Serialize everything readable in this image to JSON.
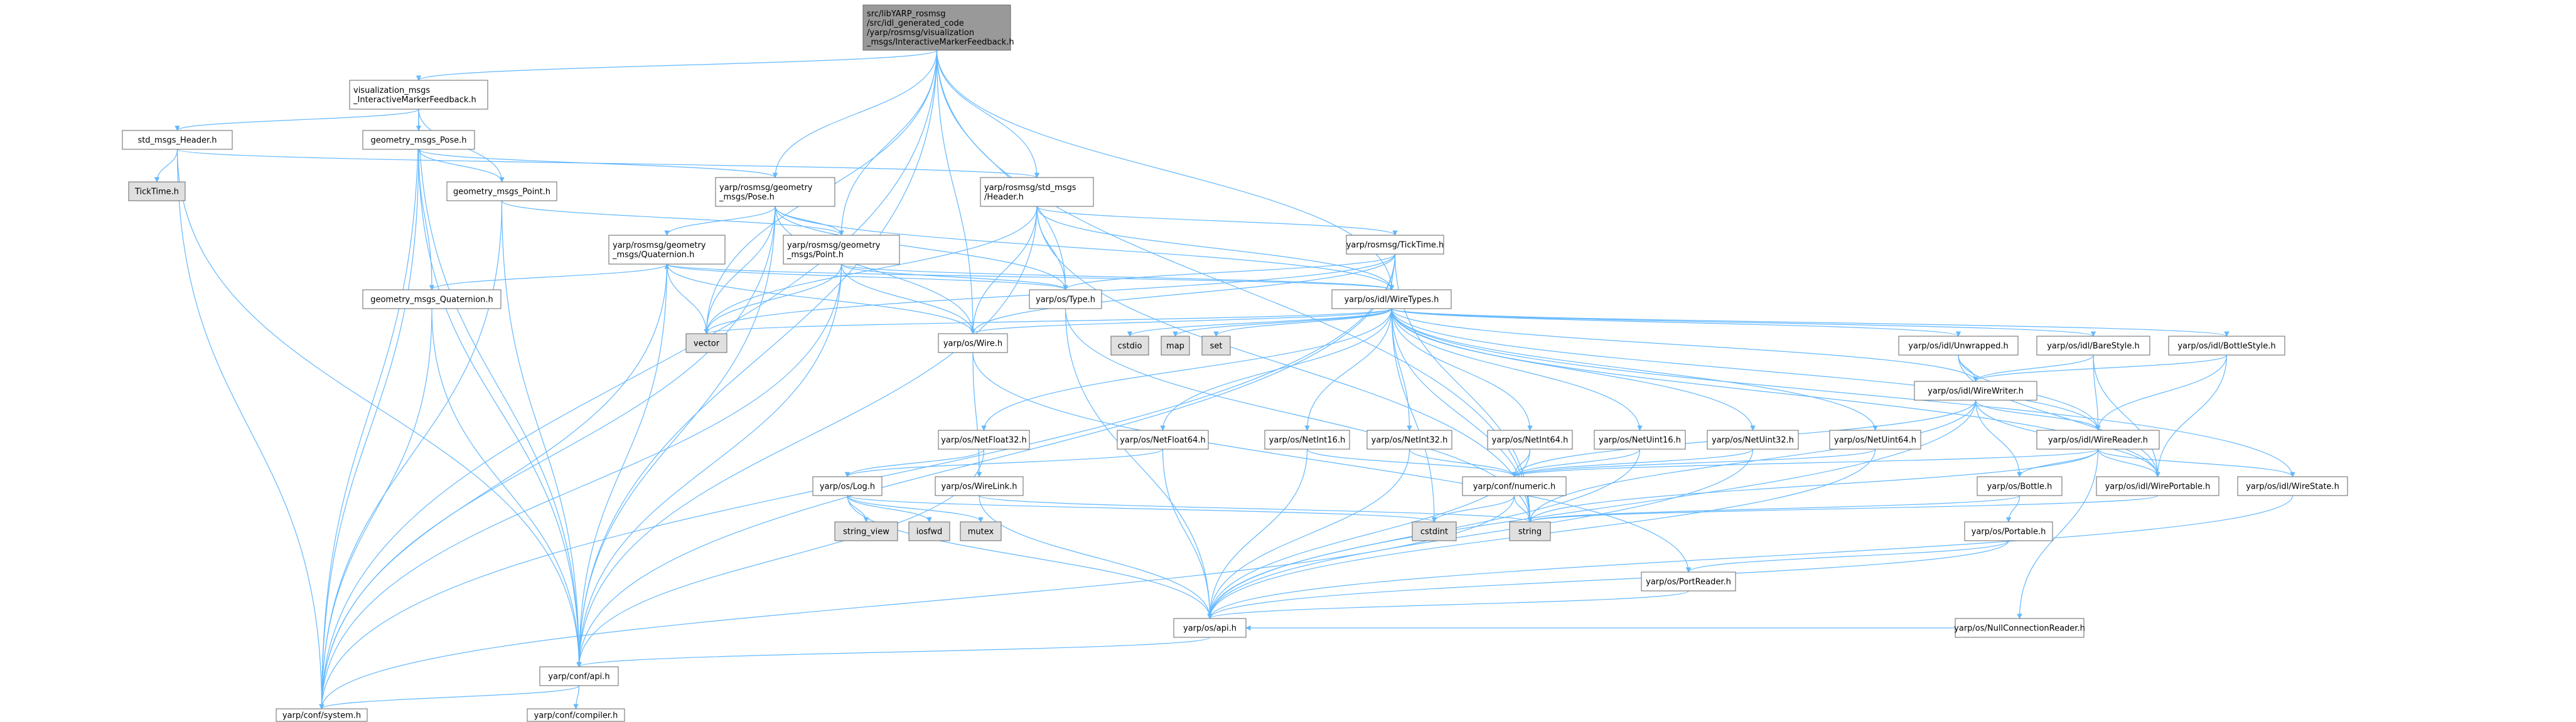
{
  "colors": {
    "edge": "#63b8ff",
    "node_fill": "#ffffff",
    "node_border": "#666666",
    "root_fill": "#999999",
    "ext_fill": "#e0e0e0",
    "red_border": "#ff0000"
  },
  "nodes": [
    {
      "id": "root",
      "lines": [
        "src/libYARP_rosmsg",
        "/src/idl_generated_code",
        "/yarp/rosmsg/visualization",
        "_msgs/InteractiveMarkerFeedback.h"
      ],
      "style": "root"
    },
    {
      "id": "vis_feedback",
      "lines": [
        "visualization_msgs",
        "_InteractiveMarkerFeedback.h"
      ],
      "style": "normal"
    },
    {
      "id": "std_msgs_header",
      "lines": [
        "std_msgs_Header.h"
      ],
      "style": "normal"
    },
    {
      "id": "geom_pose",
      "lines": [
        "geometry_msgs_Pose.h"
      ],
      "style": "normal"
    },
    {
      "id": "ticktime_h",
      "lines": [
        "TickTime.h"
      ],
      "style": "ext"
    },
    {
      "id": "yr_geom_pose",
      "lines": [
        "yarp/rosmsg/geometry",
        "_msgs/Pose.h"
      ],
      "style": "normal"
    },
    {
      "id": "yr_std_header",
      "lines": [
        "yarp/rosmsg/std_msgs",
        "/Header.h"
      ],
      "style": "normal"
    },
    {
      "id": "geom_point",
      "lines": [
        "geometry_msgs_Point.h"
      ],
      "style": "normal"
    },
    {
      "id": "yr_geom_quat",
      "lines": [
        "yarp/rosmsg/geometry",
        "_msgs/Quaternion.h"
      ],
      "style": "normal"
    },
    {
      "id": "yr_geom_point",
      "lines": [
        "yarp/rosmsg/geometry",
        "_msgs/Point.h"
      ],
      "style": "normal"
    },
    {
      "id": "yr_ticktime",
      "lines": [
        "yarp/rosmsg/TickTime.h"
      ],
      "style": "red"
    },
    {
      "id": "geom_quat",
      "lines": [
        "geometry_msgs_Quaternion.h"
      ],
      "style": "normal"
    },
    {
      "id": "os_type",
      "lines": [
        "yarp/os/Type.h"
      ],
      "style": "normal"
    },
    {
      "id": "os_wiretypes",
      "lines": [
        "yarp/os/idl/WireTypes.h"
      ],
      "style": "normal"
    },
    {
      "id": "vector",
      "lines": [
        "vector"
      ],
      "style": "ext"
    },
    {
      "id": "os_wire",
      "lines": [
        "yarp/os/Wire.h"
      ],
      "style": "normal"
    },
    {
      "id": "cstdio",
      "lines": [
        "cstdio"
      ],
      "style": "ext"
    },
    {
      "id": "map",
      "lines": [
        "map"
      ],
      "style": "ext"
    },
    {
      "id": "set",
      "lines": [
        "set"
      ],
      "style": "ext"
    },
    {
      "id": "unwrapped",
      "lines": [
        "yarp/os/idl/Unwrapped.h"
      ],
      "style": "normal"
    },
    {
      "id": "barestyle",
      "lines": [
        "yarp/os/idl/BareStyle.h"
      ],
      "style": "normal"
    },
    {
      "id": "bottlestyle",
      "lines": [
        "yarp/os/idl/BottleStyle.h"
      ],
      "style": "normal"
    },
    {
      "id": "wirewriter",
      "lines": [
        "yarp/os/idl/WireWriter.h"
      ],
      "style": "red"
    },
    {
      "id": "wirereader",
      "lines": [
        "yarp/os/idl/WireReader.h"
      ],
      "style": "red"
    },
    {
      "id": "netfloat32",
      "lines": [
        "yarp/os/NetFloat32.h"
      ],
      "style": "normal"
    },
    {
      "id": "netfloat64",
      "lines": [
        "yarp/os/NetFloat64.h"
      ],
      "style": "normal"
    },
    {
      "id": "netint16",
      "lines": [
        "yarp/os/NetInt16.h"
      ],
      "style": "normal"
    },
    {
      "id": "netint32",
      "lines": [
        "yarp/os/NetInt32.h"
      ],
      "style": "normal"
    },
    {
      "id": "netint64",
      "lines": [
        "yarp/os/NetInt64.h"
      ],
      "style": "normal"
    },
    {
      "id": "netuint16",
      "lines": [
        "yarp/os/NetUint16.h"
      ],
      "style": "normal"
    },
    {
      "id": "netuint32",
      "lines": [
        "yarp/os/NetUint32.h"
      ],
      "style": "normal"
    },
    {
      "id": "netuint64",
      "lines": [
        "yarp/os/NetUint64.h"
      ],
      "style": "normal"
    },
    {
      "id": "oslog",
      "lines": [
        "yarp/os/Log.h"
      ],
      "style": "normal"
    },
    {
      "id": "wirelink",
      "lines": [
        "yarp/os/WireLink.h"
      ],
      "style": "normal"
    },
    {
      "id": "numeric",
      "lines": [
        "yarp/conf/numeric.h"
      ],
      "style": "red"
    },
    {
      "id": "bottle",
      "lines": [
        "yarp/os/Bottle.h"
      ],
      "style": "red"
    },
    {
      "id": "wireportable",
      "lines": [
        "yarp/os/idl/WirePortable.h"
      ],
      "style": "normal"
    },
    {
      "id": "wirestate",
      "lines": [
        "yarp/os/idl/WireState.h"
      ],
      "style": "normal"
    },
    {
      "id": "string_view",
      "lines": [
        "string_view"
      ],
      "style": "ext"
    },
    {
      "id": "iosfwd",
      "lines": [
        "iosfwd"
      ],
      "style": "ext"
    },
    {
      "id": "mutex",
      "lines": [
        "mutex"
      ],
      "style": "ext"
    },
    {
      "id": "cstdint",
      "lines": [
        "cstdint"
      ],
      "style": "ext"
    },
    {
      "id": "string",
      "lines": [
        "string"
      ],
      "style": "ext"
    },
    {
      "id": "portable",
      "lines": [
        "yarp/os/Portable.h"
      ],
      "style": "red"
    },
    {
      "id": "portreader",
      "lines": [
        "yarp/os/PortReader.h"
      ],
      "style": "normal"
    },
    {
      "id": "nullconnreader",
      "lines": [
        "yarp/os/NullConnectionReader.h"
      ],
      "style": "red"
    },
    {
      "id": "os_api",
      "lines": [
        "yarp/os/api.h"
      ],
      "style": "normal"
    },
    {
      "id": "conf_api",
      "lines": [
        "yarp/conf/api.h"
      ],
      "style": "normal"
    },
    {
      "id": "conf_system",
      "lines": [
        "yarp/conf/system.h"
      ],
      "style": "normal"
    },
    {
      "id": "conf_compiler",
      "lines": [
        "yarp/conf/compiler.h"
      ],
      "style": "normal"
    }
  ],
  "edges": [
    [
      "root",
      "vis_feedback"
    ],
    [
      "root",
      "yr_geom_pose"
    ],
    [
      "root",
      "yr_std_header"
    ],
    [
      "root",
      "yr_geom_point"
    ],
    [
      "root",
      "os_type"
    ],
    [
      "root",
      "os_wiretypes"
    ],
    [
      "root",
      "vector"
    ],
    [
      "root",
      "os_wire"
    ],
    [
      "root",
      "string"
    ],
    [
      "root",
      "conf_api"
    ],
    [
      "root",
      "conf_system"
    ],
    [
      "vis_feedback",
      "std_msgs_header"
    ],
    [
      "vis_feedback",
      "geom_pose"
    ],
    [
      "vis_feedback",
      "geom_point"
    ],
    [
      "vis_feedback",
      "conf_system"
    ],
    [
      "vis_feedback",
      "conf_api"
    ],
    [
      "std_msgs_header",
      "ticktime_h"
    ],
    [
      "std_msgs_header",
      "yr_std_header"
    ],
    [
      "std_msgs_header",
      "conf_system"
    ],
    [
      "std_msgs_header",
      "conf_api"
    ],
    [
      "geom_pose",
      "geom_point"
    ],
    [
      "geom_pose",
      "geom_quat"
    ],
    [
      "geom_pose",
      "yr_geom_pose"
    ],
    [
      "geom_pose",
      "conf_system"
    ],
    [
      "geom_pose",
      "conf_api"
    ],
    [
      "geom_point",
      "yr_geom_point"
    ],
    [
      "geom_point",
      "conf_system"
    ],
    [
      "geom_point",
      "conf_api"
    ],
    [
      "geom_quat",
      "yr_geom_quat"
    ],
    [
      "geom_quat",
      "conf_system"
    ],
    [
      "geom_quat",
      "conf_api"
    ],
    [
      "yr_geom_pose",
      "yr_geom_point"
    ],
    [
      "yr_geom_pose",
      "yr_geom_quat"
    ],
    [
      "yr_geom_pose",
      "os_type"
    ],
    [
      "yr_geom_pose",
      "os_wiretypes"
    ],
    [
      "yr_geom_pose",
      "vector"
    ],
    [
      "yr_geom_pose",
      "os_wire"
    ],
    [
      "yr_geom_pose",
      "conf_api"
    ],
    [
      "yr_geom_pose",
      "conf_system"
    ],
    [
      "yr_std_header",
      "yr_ticktime"
    ],
    [
      "yr_std_header",
      "os_type"
    ],
    [
      "yr_std_header",
      "os_wiretypes"
    ],
    [
      "yr_std_header",
      "vector"
    ],
    [
      "yr_std_header",
      "os_wire"
    ],
    [
      "yr_std_header",
      "string"
    ],
    [
      "yr_std_header",
      "conf_api"
    ],
    [
      "yr_geom_point",
      "os_type"
    ],
    [
      "yr_geom_point",
      "os_wiretypes"
    ],
    [
      "yr_geom_point",
      "vector"
    ],
    [
      "yr_geom_point",
      "os_wire"
    ],
    [
      "yr_geom_point",
      "conf_api"
    ],
    [
      "yr_geom_point",
      "conf_system"
    ],
    [
      "yr_geom_quat",
      "os_type"
    ],
    [
      "yr_geom_quat",
      "os_wiretypes"
    ],
    [
      "yr_geom_quat",
      "vector"
    ],
    [
      "yr_geom_quat",
      "os_wire"
    ],
    [
      "yr_geom_quat",
      "conf_api"
    ],
    [
      "yr_geom_quat",
      "conf_system"
    ],
    [
      "yr_ticktime",
      "os_type"
    ],
    [
      "yr_ticktime",
      "os_wiretypes"
    ],
    [
      "yr_ticktime",
      "vector"
    ],
    [
      "yr_ticktime",
      "os_wire"
    ],
    [
      "yr_ticktime",
      "string"
    ],
    [
      "yr_ticktime",
      "conf_api"
    ],
    [
      "yr_ticktime",
      "conf_system"
    ],
    [
      "os_type",
      "os_api"
    ],
    [
      "os_type",
      "string"
    ],
    [
      "os_wire",
      "wirelink"
    ],
    [
      "os_wire",
      "portreader"
    ],
    [
      "os_wiretypes",
      "cstdio"
    ],
    [
      "os_wiretypes",
      "map"
    ],
    [
      "os_wiretypes",
      "set"
    ],
    [
      "os_wiretypes",
      "vector"
    ],
    [
      "os_wiretypes",
      "os_wire"
    ],
    [
      "os_wiretypes",
      "unwrapped"
    ],
    [
      "os_wiretypes",
      "barestyle"
    ],
    [
      "os_wiretypes",
      "bottlestyle"
    ],
    [
      "os_wiretypes",
      "wirewriter"
    ],
    [
      "os_wiretypes",
      "wirereader"
    ],
    [
      "os_wiretypes",
      "netfloat32"
    ],
    [
      "os_wiretypes",
      "netfloat64"
    ],
    [
      "os_wiretypes",
      "netint16"
    ],
    [
      "os_wiretypes",
      "netint32"
    ],
    [
      "os_wiretypes",
      "netint64"
    ],
    [
      "os_wiretypes",
      "netuint16"
    ],
    [
      "os_wiretypes",
      "netuint32"
    ],
    [
      "os_wiretypes",
      "netuint64"
    ],
    [
      "os_wiretypes",
      "string"
    ],
    [
      "os_wiretypes",
      "cstdint"
    ],
    [
      "os_wiretypes",
      "wireportable"
    ],
    [
      "os_wiretypes",
      "wirestate"
    ],
    [
      "unwrapped",
      "wirewriter"
    ],
    [
      "unwrapped",
      "wirereader"
    ],
    [
      "unwrapped",
      "wireportable"
    ],
    [
      "barestyle",
      "wirewriter"
    ],
    [
      "barestyle",
      "wirereader"
    ],
    [
      "barestyle",
      "wireportable"
    ],
    [
      "bottlestyle",
      "wirewriter"
    ],
    [
      "bottlestyle",
      "wirereader"
    ],
    [
      "bottlestyle",
      "wireportable"
    ],
    [
      "wirewriter",
      "wirereader"
    ],
    [
      "wirewriter",
      "bottle"
    ],
    [
      "wirewriter",
      "wireportable"
    ],
    [
      "wirewriter",
      "numeric"
    ],
    [
      "wirewriter",
      "string"
    ],
    [
      "wirewriter",
      "os_api"
    ],
    [
      "wirereader",
      "bottle"
    ],
    [
      "wirereader",
      "wireportable"
    ],
    [
      "wirereader",
      "wirestate"
    ],
    [
      "wirereader",
      "nullconnreader"
    ],
    [
      "wirereader",
      "numeric"
    ],
    [
      "wirereader",
      "string"
    ],
    [
      "netfloat32",
      "oslog"
    ],
    [
      "netfloat32",
      "conf_api"
    ],
    [
      "netfloat64",
      "oslog"
    ],
    [
      "netfloat64",
      "os_api"
    ],
    [
      "netint16",
      "numeric"
    ],
    [
      "netint16",
      "os_api"
    ],
    [
      "netint32",
      "numeric"
    ],
    [
      "netint32",
      "os_api"
    ],
    [
      "netint64",
      "numeric"
    ],
    [
      "netint64",
      "os_api"
    ],
    [
      "netuint16",
      "numeric"
    ],
    [
      "netuint16",
      "os_api"
    ],
    [
      "netuint32",
      "numeric"
    ],
    [
      "netuint32",
      "os_api"
    ],
    [
      "netuint64",
      "numeric"
    ],
    [
      "netuint64",
      "os_api"
    ],
    [
      "oslog",
      "string_view"
    ],
    [
      "oslog",
      "iosfwd"
    ],
    [
      "oslog",
      "mutex"
    ],
    [
      "oslog",
      "cstdint"
    ],
    [
      "oslog",
      "os_api"
    ],
    [
      "wirelink",
      "os_api"
    ],
    [
      "wirelink",
      "string"
    ],
    [
      "numeric",
      "string"
    ],
    [
      "numeric",
      "cstdint"
    ],
    [
      "numeric",
      "conf_system"
    ],
    [
      "bottle",
      "portable"
    ],
    [
      "bottle",
      "string"
    ],
    [
      "portable",
      "portreader"
    ],
    [
      "portable",
      "os_api"
    ],
    [
      "portreader",
      "os_api"
    ],
    [
      "nullconnreader",
      "os_api"
    ],
    [
      "wirestate",
      "os_api"
    ],
    [
      "wireportable",
      "string"
    ],
    [
      "os_api",
      "conf_api"
    ],
    [
      "conf_api",
      "conf_system"
    ],
    [
      "conf_api",
      "conf_compiler"
    ]
  ]
}
